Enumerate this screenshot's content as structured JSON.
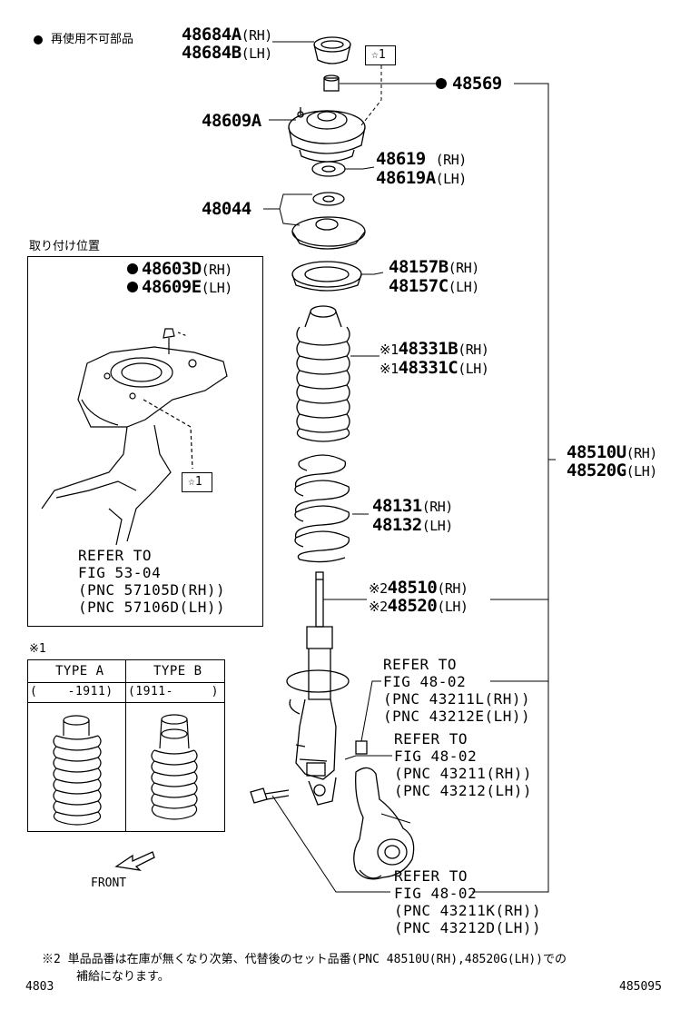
{
  "legend": {
    "bullet_note": "再使用不可部品",
    "install_position": "取り付け位置"
  },
  "parts": {
    "p48684": [
      "48684A",
      "(RH)",
      "48684B",
      "(LH)"
    ],
    "p48569": "48569",
    "star1_tag": "☆1",
    "star1_tag_b": "☆1",
    "p48609A": "48609A",
    "p48619": [
      "48619",
      "(RH)",
      "48619A",
      "(LH)"
    ],
    "p48044": "48044",
    "p48157": [
      "48157B",
      "(RH)",
      "48157C",
      "(LH)"
    ],
    "p48331": [
      "※1",
      "48331B",
      "(RH)",
      "※1",
      "48331C",
      "(LH)"
    ],
    "p48510U": [
      "48510U",
      "(RH)",
      "48520G",
      "(LH)"
    ],
    "p48131": [
      "48131",
      "(RH)",
      "48132",
      "(LH)"
    ],
    "p48510": [
      "※2",
      "48510",
      "(RH)",
      "※2",
      "48520",
      "(LH)"
    ],
    "p48603": [
      "48603D",
      "(RH)",
      "48609E",
      "(LH)"
    ]
  },
  "refs": {
    "ref_inset": [
      "REFER TO",
      "FIG 53-04",
      "(PNC 57105D(RH))",
      "(PNC 57106D(LH))"
    ],
    "ref_a": [
      "REFER TO",
      "FIG 48-02",
      "(PNC 43211L(RH))",
      "(PNC 43212E(LH))"
    ],
    "ref_b": [
      "REFER TO",
      "FIG 48-02",
      "(PNC 43211(RH))",
      "(PNC 43212(LH))"
    ],
    "ref_c": [
      "REFER TO",
      "FIG 48-02",
      "(PNC 43211K(RH))",
      "(PNC 43212D(LH))"
    ]
  },
  "type_table": {
    "mark": "※1",
    "type_a": "TYPE A",
    "type_b": "TYPE B",
    "range_a": "(    -1911)",
    "range_b": "(1911-     )"
  },
  "front_label": "FRONT",
  "footnote": [
    "※2  単品品番は在庫が無くなり次第、代替後のセット品番(PNC 48510U(RH),48520G(LH))での",
    "補給になります。"
  ],
  "page_left": "4803",
  "page_right": "485095"
}
